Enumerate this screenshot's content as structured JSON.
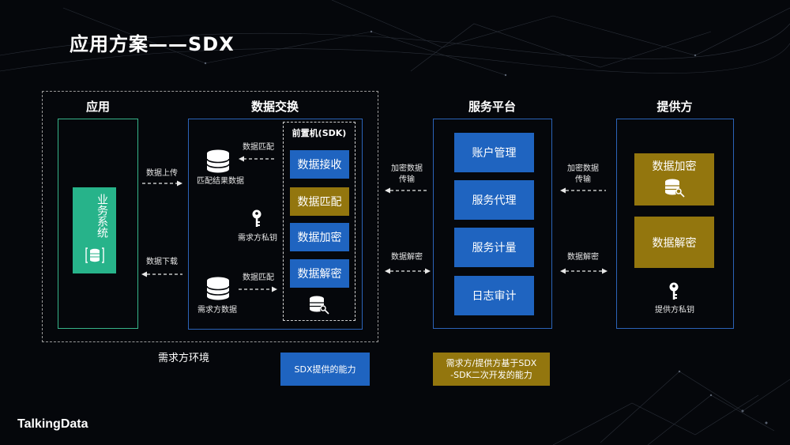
{
  "title": "应用方案——SDX",
  "sections": {
    "app": "应用",
    "exchange": "数据交换",
    "service": "服务平台",
    "provider": "提供方"
  },
  "app": {
    "business_system": "业务系统"
  },
  "arrows": {
    "upload": "数据上传",
    "download": "数据下载",
    "match_top": "数据匹配",
    "match_bottom": "数据匹配",
    "enc_transfer_left_1": "加密数据",
    "enc_transfer_left_2": "传输",
    "enc_transfer_right_1": "加密数据",
    "enc_transfer_right_2": "传输",
    "decrypt_left": "数据解密",
    "decrypt_right": "数据解密"
  },
  "exchange": {
    "match_result": "匹配结果数据",
    "demander_key": "需求方私钥",
    "demander_data": "需求方数据",
    "frontend_title": "前置机(SDK)",
    "frontend_buttons": [
      "数据接收",
      "数据匹配",
      "数据加密",
      "数据解密"
    ]
  },
  "service": {
    "buttons": [
      "账户管理",
      "服务代理",
      "服务计量",
      "日志审计"
    ]
  },
  "provider": {
    "encrypt": "数据加密",
    "decrypt": "数据解密",
    "key": "提供方私钥"
  },
  "env_label": "需求方环境",
  "legend": {
    "sdx": "SDX提供的能力",
    "sdk_1": "需求方/提供方基于SDX",
    "sdk_2": "-SDK二次开发的能力"
  },
  "logo": "TalkingData",
  "colors": {
    "blue": "#1f64c0",
    "gold": "#93760e",
    "green": "#27b38a",
    "frame_blue": "#2b63b8"
  }
}
